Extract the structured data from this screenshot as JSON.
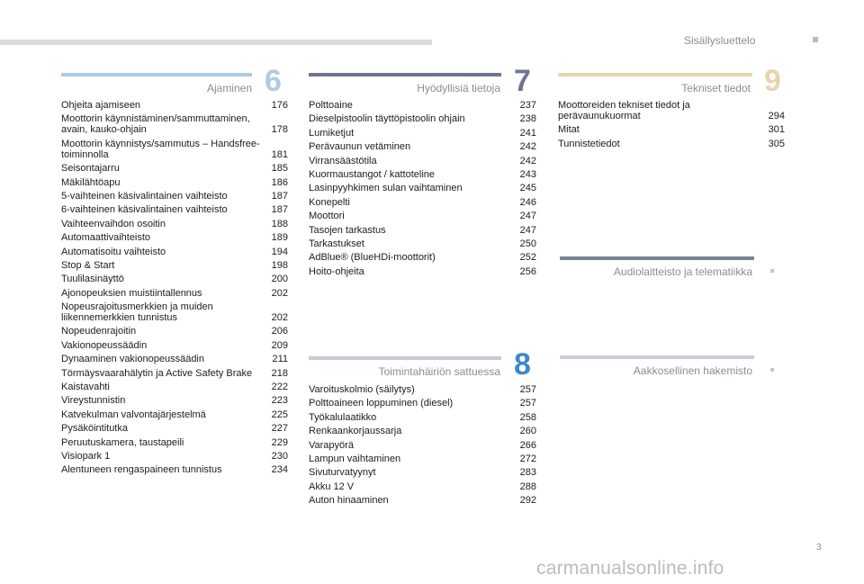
{
  "header": {
    "title": "Sisällysluettelo"
  },
  "sections": {
    "ajaminen": {
      "title": "Ajaminen",
      "number": "6",
      "color": "#aecbe6",
      "items": [
        {
          "title": "Ohjeita ajamiseen",
          "page": "176"
        },
        {
          "title": "Moottorin käynnistäminen/sammuttaminen, avain, kauko-ohjain",
          "page": "178"
        },
        {
          "title": "Moottorin käynnistys/sammutus – Handsfree-toiminnolla",
          "page": "181"
        },
        {
          "title": "Seisontajarru",
          "page": "185"
        },
        {
          "title": "Mäkilähtöapu",
          "page": "186"
        },
        {
          "title": "5-vaihteinen käsivalintainen vaihteisto",
          "page": "187"
        },
        {
          "title": "6-vaihteinen käsivalintainen vaihteisto",
          "page": "187"
        },
        {
          "title": "Vaihteenvaihdon osoitin",
          "page": "188"
        },
        {
          "title": "Automaattivaihteisto",
          "page": "189"
        },
        {
          "title": "Automatisoitu vaihteisto",
          "page": "194"
        },
        {
          "title": "Stop & Start",
          "page": "198"
        },
        {
          "title": "Tuulilasinäyttö",
          "page": "200"
        },
        {
          "title": "Ajonopeuksien muistiintallennus",
          "page": "202"
        },
        {
          "title": "Nopeusrajoitusmerkkien ja muiden liikennemerkkien tunnistus",
          "page": "202"
        },
        {
          "title": "Nopeudenrajoitin",
          "page": "206"
        },
        {
          "title": "Vakionopeussäädin",
          "page": "209"
        },
        {
          "title": "Dynaaminen vakionopeussäädin",
          "page": "211"
        },
        {
          "title": "Törmäysvaarahälytin ja Active Safety Brake",
          "page": "218"
        },
        {
          "title": "Kaistavahti",
          "page": "222"
        },
        {
          "title": "Vireystunnistin",
          "page": "223"
        },
        {
          "title": "Katvekulman valvontajärjestelmä",
          "page": "225"
        },
        {
          "title": "Pysäköintitutka",
          "page": "227"
        },
        {
          "title": "Peruutuskamera, taustapeili",
          "page": "229"
        },
        {
          "title": "Visiopark 1",
          "page": "230"
        },
        {
          "title": "Alentuneen rengaspaineen tunnistus",
          "page": "234"
        }
      ]
    },
    "hyodyllisia": {
      "title": "Hyödyllisiä tietoja",
      "number": "7",
      "color": "#6e7591",
      "items": [
        {
          "title": "Polttoaine",
          "page": "237"
        },
        {
          "title": "Dieselpistoolin täyttöpistoolin ohjain",
          "page": "238"
        },
        {
          "title": "Lumiketjut",
          "page": "241"
        },
        {
          "title": "Perävaunun vetäminen",
          "page": "242"
        },
        {
          "title": "Virransäästötila",
          "page": "242"
        },
        {
          "title": "Kuormaustangot / kattoteline",
          "page": "243"
        },
        {
          "title": "Lasinpyyhkimen sulan vaihtaminen",
          "page": "245"
        },
        {
          "title": "Konepelti",
          "page": "246"
        },
        {
          "title": "Moottori",
          "page": "247"
        },
        {
          "title": "Tasojen tarkastus",
          "page": "247"
        },
        {
          "title": "Tarkastukset",
          "page": "250"
        },
        {
          "title": "AdBlue® (BlueHDi-moottorit)",
          "page": "252"
        },
        {
          "title": "Hoito-ohjeita",
          "page": "256"
        }
      ]
    },
    "toimintahairion": {
      "title": "Toimintahäiriön sattuessa",
      "number": "8",
      "color": "#3e88c5",
      "items": [
        {
          "title": "Varoituskolmio (säilytys)",
          "page": "257"
        },
        {
          "title": "Polttoaineen loppuminen (diesel)",
          "page": "257"
        },
        {
          "title": "Työkalulaatikko",
          "page": "258"
        },
        {
          "title": "Renkaankorjaussarja",
          "page": "260"
        },
        {
          "title": "Varapyörä",
          "page": "266"
        },
        {
          "title": "Lampun vaihtaminen",
          "page": "272"
        },
        {
          "title": "Sivuturvatyynyt",
          "page": "283"
        },
        {
          "title": "Akku 12 V",
          "page": "288"
        },
        {
          "title": "Auton hinaaminen",
          "page": "292"
        }
      ]
    },
    "tekniset": {
      "title": "Tekniset tiedot",
      "number": "9",
      "color": "#e6d5ae",
      "items": [
        {
          "title": "Moottoreiden tekniset tiedot ja perävaunukuormat",
          "page": "294"
        },
        {
          "title": "Mitat",
          "page": "301"
        },
        {
          "title": "Tunnistetiedot",
          "page": "305"
        }
      ]
    },
    "audio": {
      "title": "Audiolaitteisto ja telematiikka",
      "color": "#7b8295"
    },
    "hakemisto": {
      "title": "Aakkosellinen hakemisto",
      "color": "#c9ced6"
    }
  },
  "page_number": "3",
  "watermark": "carmanualsonline.info"
}
